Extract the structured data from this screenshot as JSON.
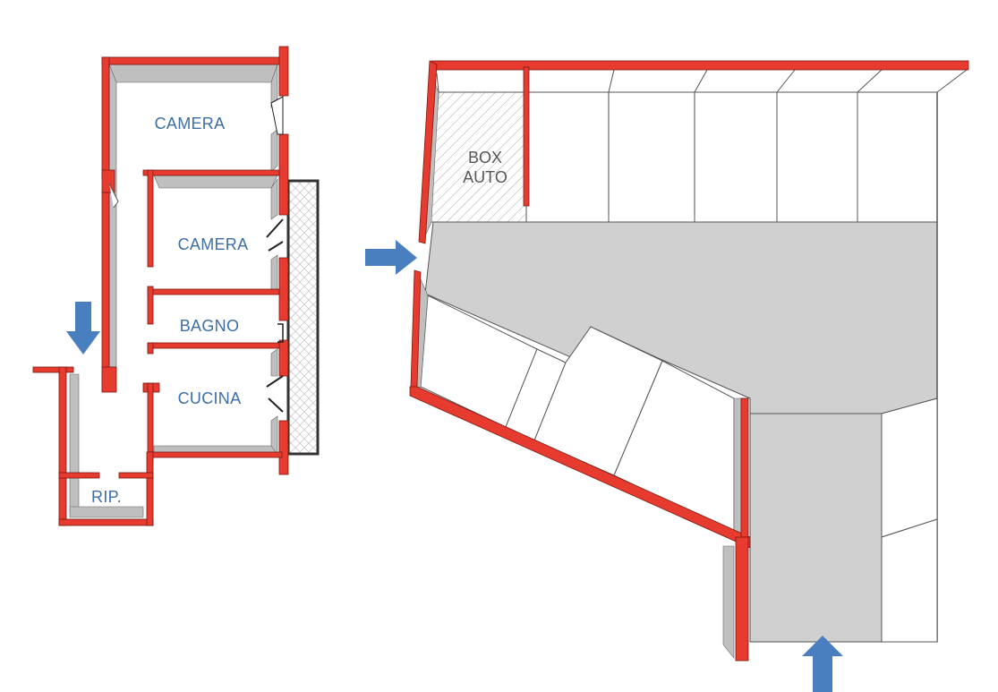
{
  "apartment_plan": {
    "rooms": [
      {
        "id": "camera1",
        "label": "CAMERA"
      },
      {
        "id": "camera2",
        "label": "CAMERA"
      },
      {
        "id": "bagno",
        "label": "BAGNO"
      },
      {
        "id": "cucina",
        "label": "CUCINA"
      },
      {
        "id": "ripostiglio",
        "label": "RIP."
      }
    ],
    "entrance_arrow": "arrow-down-icon"
  },
  "garage_plan": {
    "box_label_line1": "BOX",
    "box_label_line2": "AUTO",
    "side_entrance_arrow": "arrow-right-icon",
    "bottom_entrance_arrow": "arrow-up-icon"
  },
  "colors": {
    "wall": "#e63b2e",
    "label": "#3d6ea5",
    "arrow": "#4a7fbf",
    "floor_gray": "#d0d0d0",
    "box_label": "#555555"
  }
}
